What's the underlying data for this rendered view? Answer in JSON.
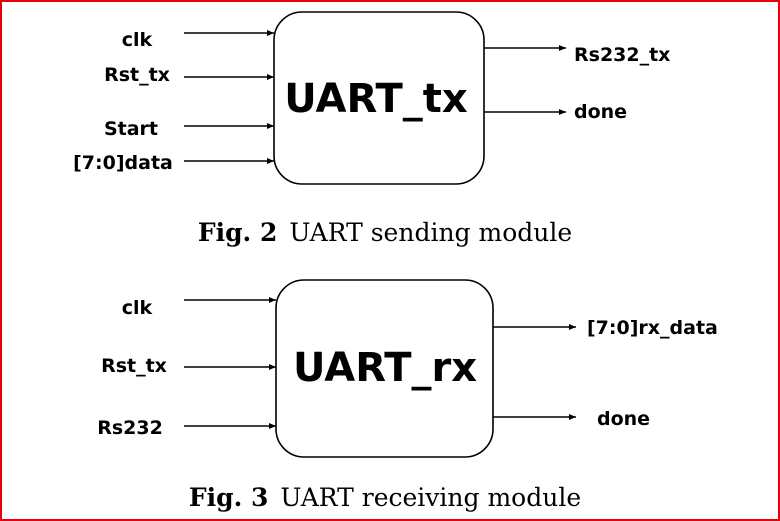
{
  "module_tx": {
    "name": "UART_tx",
    "inputs": [
      "clk",
      "Rst_tx",
      "Start",
      "[7:0]data"
    ],
    "outputs": [
      "Rs232_tx",
      "done"
    ]
  },
  "caption_tx": {
    "label": "Fig. 2",
    "text": "UART sending module"
  },
  "module_rx": {
    "name": "UART_rx",
    "inputs": [
      "clk",
      "Rst_tx",
      "Rs232"
    ],
    "outputs": [
      "[7:0]rx_data",
      "done"
    ]
  },
  "caption_rx": {
    "label": "Fig. 3",
    "text": "UART receiving module"
  },
  "colors": {
    "frame_border": "#e8000b",
    "ink": "#000000",
    "background": "#ffffff"
  }
}
